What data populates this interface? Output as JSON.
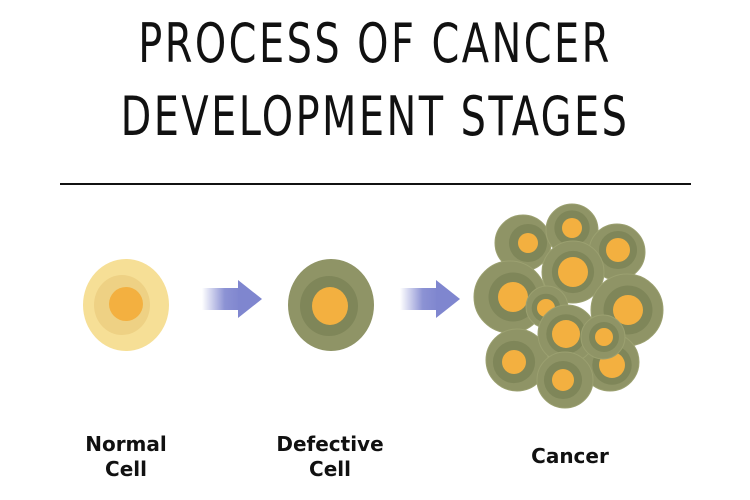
{
  "title": {
    "line1": "PROCESS OF CANCER",
    "line2": "DEVELOPMENT STAGES"
  },
  "stages": [
    {
      "label_line1": "Normal",
      "label_line2": "Cell"
    },
    {
      "label_line1": "Defective",
      "label_line2": "Cell"
    },
    {
      "label_line1": "Cancer"
    }
  ],
  "colors": {
    "normal_cell": "#f6df96",
    "defective_cell": "#8f9466",
    "nucleus": "#f3b040",
    "arrow": "#7f86cf"
  }
}
